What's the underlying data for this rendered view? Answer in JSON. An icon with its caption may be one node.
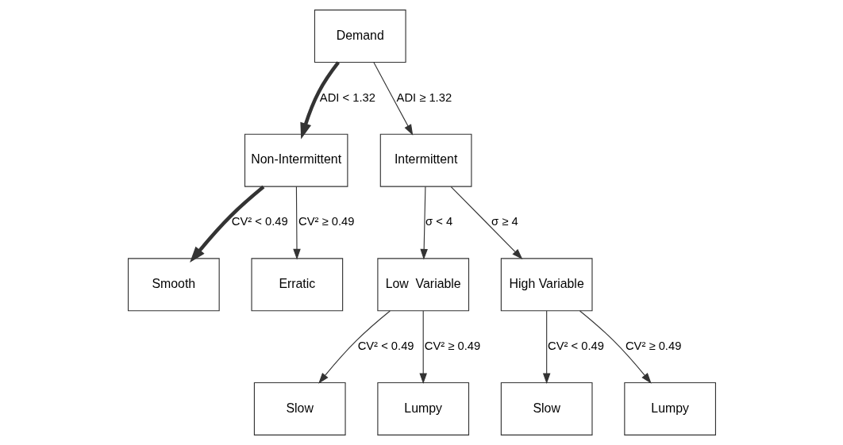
{
  "diagram": {
    "nodes": [
      {
        "text": [
          "Demand"
        ]
      },
      {
        "text": [
          "Non-Intermittent"
        ]
      },
      {
        "text": [
          "Intermittent"
        ]
      },
      {
        "text": [
          "Smooth"
        ]
      },
      {
        "text": [
          "Erratic"
        ]
      },
      {
        "text": [
          "Low  Variable"
        ]
      },
      {
        "text": [
          "High Variable"
        ]
      },
      {
        "text": [
          "Slow"
        ]
      },
      {
        "text": [
          "Lumpy"
        ]
      },
      {
        "text": [
          "Slow"
        ]
      },
      {
        "text": [
          "Lumpy"
        ]
      }
    ],
    "edges": [
      {
        "from": 0,
        "to": 1,
        "arrow": "to",
        "label": "ADI < 1.32",
        "style": "thick"
      },
      {
        "from": 0,
        "to": 2,
        "arrow": "to",
        "label": "ADI ≥ 1.32"
      },
      {
        "from": 1,
        "to": 3,
        "arrow": "to",
        "label": "CV² < 0.49",
        "style": "thick"
      },
      {
        "from": 1,
        "to": 4,
        "arrow": "to",
        "label": "CV² ≥ 0.49"
      },
      {
        "from": 2,
        "to": 5,
        "arrow": "to",
        "label": "σ < 4"
      },
      {
        "from": 2,
        "to": 6,
        "arrow": "to",
        "label": "σ ≥ 4"
      },
      {
        "from": 5,
        "to": 7,
        "arrow": "to",
        "label": "CV² < 0.49"
      },
      {
        "from": 5,
        "to": 8,
        "arrow": "to",
        "label": "CV² ≥ 0.49"
      },
      {
        "from": 6,
        "to": 9,
        "arrow": "to",
        "label": "CV² < 0.49"
      },
      {
        "from": 6,
        "to": 10,
        "arrow": "to",
        "label": "CV² ≥ 0.49"
      }
    ]
  }
}
